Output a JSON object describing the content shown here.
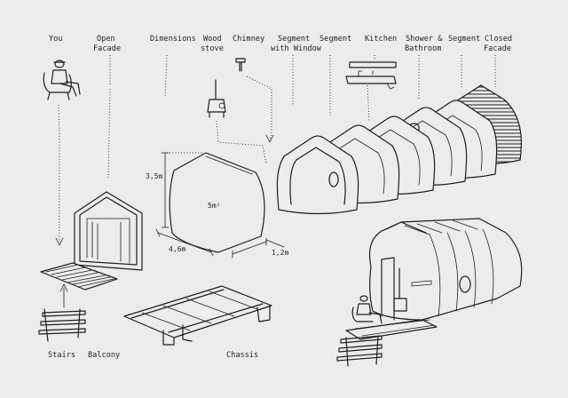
{
  "labels": {
    "you": "You",
    "open_facade_1": "Open",
    "open_facade_2": "Facade",
    "dimensions": "Dimensions",
    "wood_stove_1": "Wood",
    "wood_stove_2": "stove",
    "chimney": "Chimney",
    "segment_window_1": "Segment",
    "segment_window_2": "with Window",
    "segment_1": "Segment",
    "kitchen": "Kitchen",
    "shower_1": "Shower &",
    "shower_2": "Bathroom",
    "segment_2": "Segment",
    "closed_facade_1": "Closed",
    "closed_facade_2": "Facade",
    "stairs": "Stairs",
    "balcony": "Balcony",
    "chassis": "Chassis"
  },
  "dimensions": {
    "height": "3,5m",
    "width": "4,6m",
    "depth": "1,2m",
    "area": "5m²"
  },
  "colors": {
    "background": "#ececec",
    "ink": "#1e1e1e"
  }
}
